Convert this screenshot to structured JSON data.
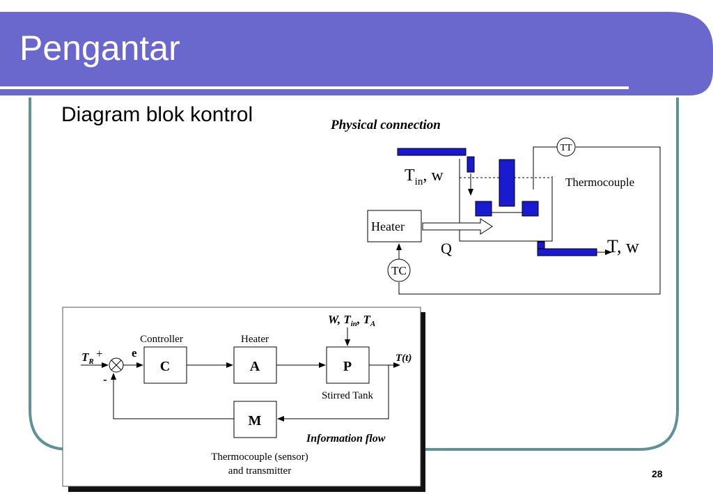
{
  "slide": {
    "title": "Pengantar",
    "subtitle": "Diagram blok kontrol",
    "page_number": "28"
  },
  "colors": {
    "header": "#6a67cd",
    "frame": "#5e9296",
    "pipe": "#1a1ad0"
  },
  "physical": {
    "title": "Physical connection",
    "inlet_label": "T",
    "inlet_sub": "in",
    "inlet_suffix": ", w",
    "outlet_label": "T, w",
    "heater": "Heater",
    "heat_q": "Q",
    "tt": "TT",
    "tc": "TC",
    "thermocouple": "Thermocouple"
  },
  "block": {
    "disturbances_1": "W, T",
    "disturbances_sub": "in",
    "disturbances_2": ", T",
    "disturbances_sub2": "A",
    "setpoint": "T",
    "setpoint_sub": "R",
    "plus": "+",
    "minus": "-",
    "error": "e",
    "controller_label": "Controller",
    "controller": "C",
    "heater_label": "Heater",
    "actuator": "A",
    "process": "P",
    "process_label": "Stirred Tank",
    "output": "T(t)",
    "measurement": "M",
    "info_flow": "Information flow",
    "sensor_line1": "Thermocouple (sensor)",
    "sensor_line2": "and transmitter"
  }
}
